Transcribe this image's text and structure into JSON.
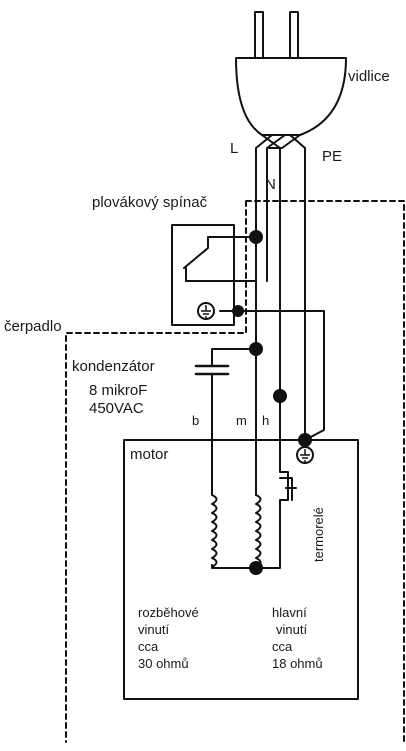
{
  "labels": {
    "plug": "vidlice",
    "live": "L",
    "neutral": "N",
    "earth": "PE",
    "float_switch": "plovákový spínač",
    "pump": "čerpadlo",
    "capacitor_title": "kondenzátor",
    "capacitor_value1": "8 mikroF",
    "capacitor_value2": "450VAC",
    "wire_b": "b",
    "wire_m": "m",
    "wire_h": "h",
    "motor": "motor",
    "thermal_relay": "termorelé",
    "start_winding": [
      "rozběhové",
      "vinutí",
      "cca",
      "30 ohmů"
    ],
    "main_winding": [
      "hlavní",
      "vinutí",
      "cca",
      "18 ohmů"
    ]
  }
}
